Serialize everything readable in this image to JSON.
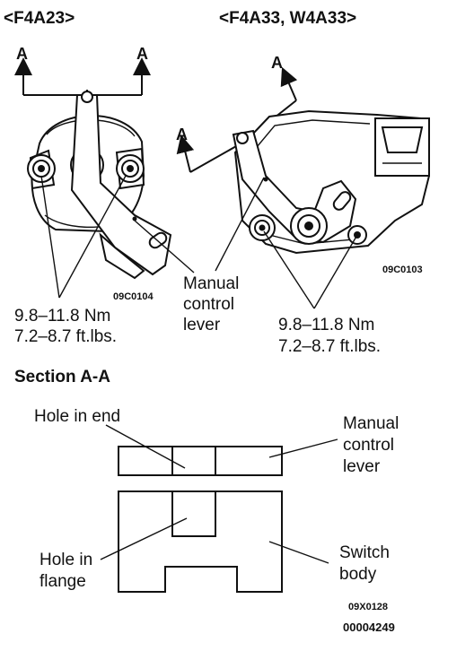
{
  "headers": {
    "left_model": "<F4A23>",
    "right_model": "<F4A33, W4A33>"
  },
  "section_markers": {
    "letter": "A"
  },
  "labels": {
    "manual_control_lever": [
      "Manual",
      "control",
      "lever"
    ],
    "torque_left": [
      "9.8–11.8 Nm",
      "7.2–8.7 ft.lbs."
    ],
    "torque_right": [
      "9.8–11.8 Nm",
      "7.2–8.7 ft.lbs."
    ],
    "section_title": "Section A-A",
    "hole_in_end": "Hole in end",
    "hole_in_flange": [
      "Hole in",
      "flange"
    ],
    "manual_control_lever_section": [
      "Manual",
      "control",
      "lever"
    ],
    "switch_body": [
      "Switch",
      "body"
    ]
  },
  "codes": {
    "left_fig": "09C0104",
    "right_fig": "09C0103",
    "section_fig": "09X0128",
    "doc_number": "00004249"
  }
}
